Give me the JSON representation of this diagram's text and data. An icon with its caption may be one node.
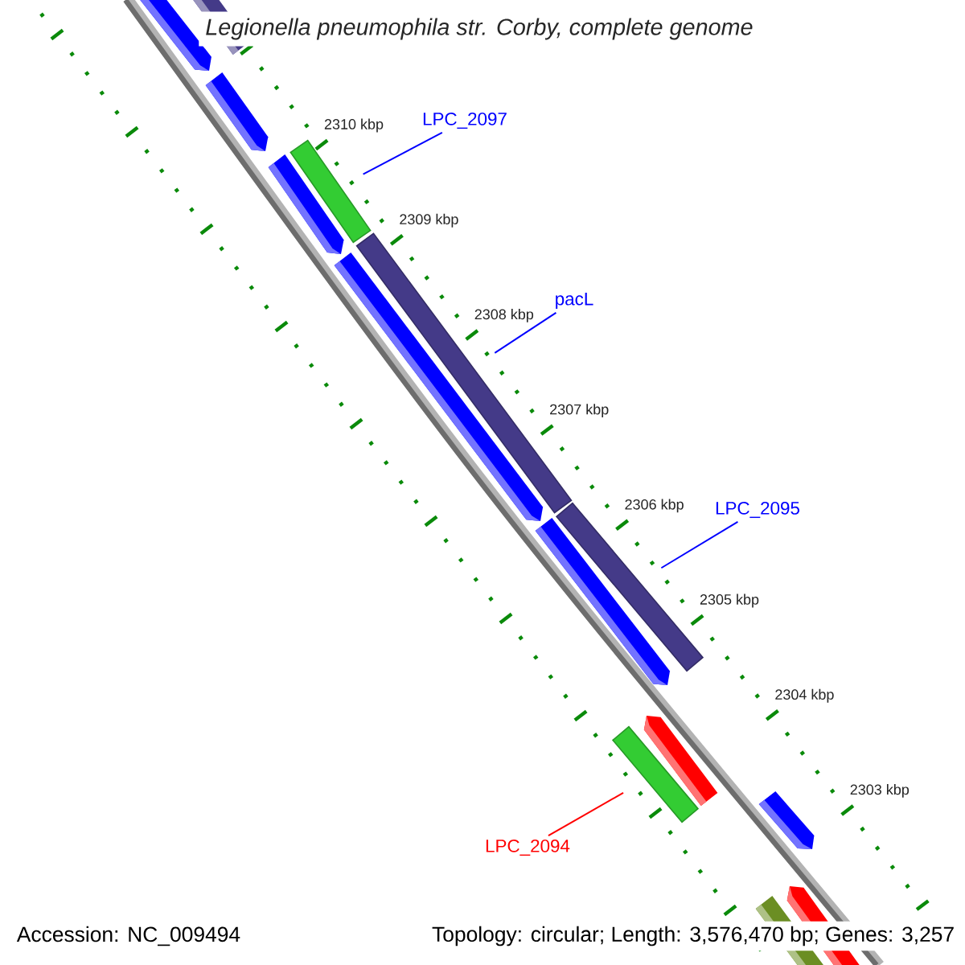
{
  "diagram": {
    "title": "Legionella pneumophila str. Corby, complete genome",
    "nodes": [
      {
        "text": [
          "LPC_2097"
        ]
      },
      {
        "text": [],
        "shape": "bar"
      },
      {
        "text": [
          "pacL"
        ]
      },
      {
        "text": [],
        "shape": "bar"
      },
      {
        "text": [
          "LPC_2095"
        ]
      },
      {
        "text": [],
        "shape": "bar"
      },
      {
        "text": [
          "LPC_2094"
        ]
      },
      {
        "text": [],
        "shape": "bar"
      }
    ],
    "edges": [
      {
        "from": 0,
        "to": 1,
        "arrow": "none"
      },
      {
        "from": 2,
        "to": 3,
        "arrow": "none"
      },
      {
        "from": 4,
        "to": 5,
        "arrow": "none"
      },
      {
        "from": 6,
        "to": 7,
        "arrow": "none",
        "color": "#ff0000"
      }
    ],
    "labels": [
      "2310 kbp",
      "2309 kbp",
      "2308 kbp",
      "2307 kbp",
      "2306 kbp",
      "2305 kbp",
      "2304 kbp",
      "2303 kbp",
      "Accession: NC_009494",
      "Topology: circular; Length: 3,576,470 bp; Genes: 3,257"
    ]
  }
}
